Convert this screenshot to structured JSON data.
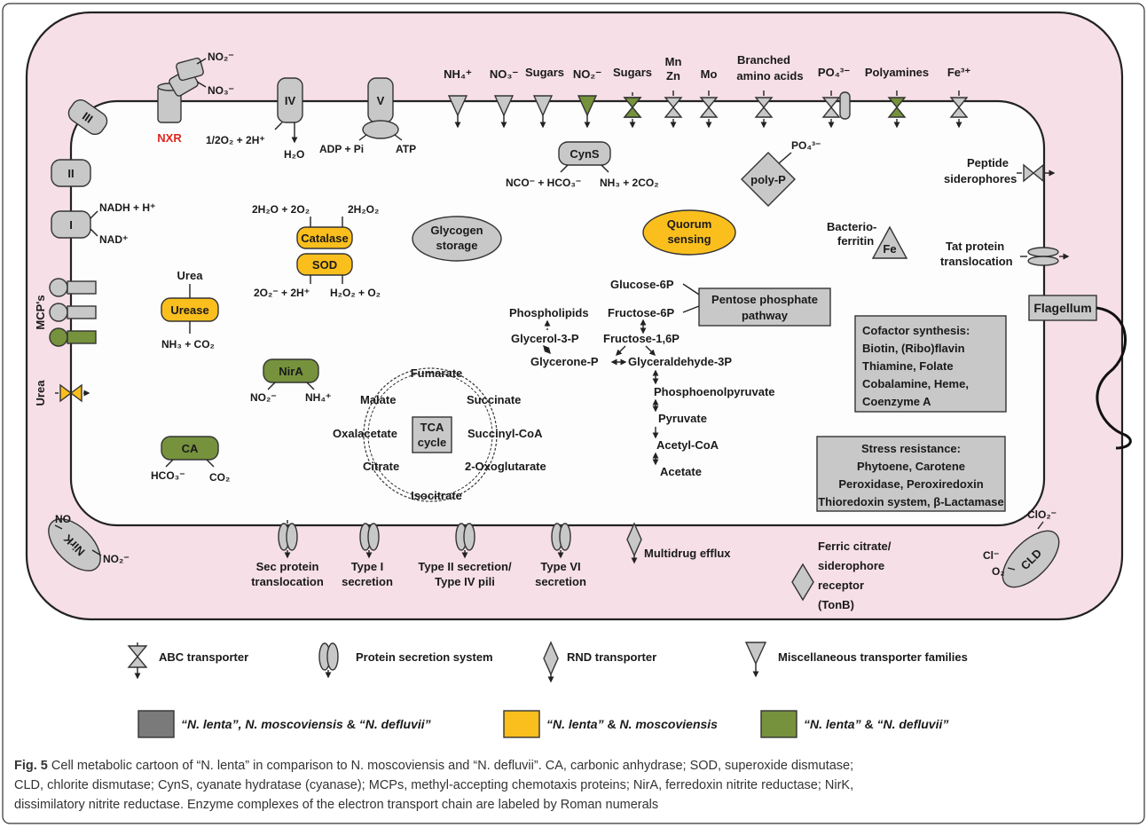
{
  "membrane_complexes": {
    "i": "I",
    "ii": "II",
    "iii": "III",
    "iv": "IV",
    "v": "V",
    "nxr": "NXR"
  },
  "respiration": {
    "nadh": "NADH + H⁺",
    "nad": "NAD⁺",
    "no2": "NO₂⁻",
    "no3": "NO₃⁻",
    "o2_h": "1/2O₂ + 2H⁺",
    "h2o": "H₂O",
    "adp": "ADP + Pi",
    "atp": "ATP"
  },
  "transporters_top": [
    "NH₄⁺",
    "NO₃⁻",
    "Sugars",
    "NO₂⁻",
    "Sugars",
    "Mn",
    "Zn",
    "Mo",
    "Branched",
    "amino acids",
    "PO₄³⁻",
    "Polyamines",
    "Fe³⁺"
  ],
  "right_side": {
    "peptide1": "Peptide",
    "peptide2": "siderophores",
    "bacterio1": "Bacterio-",
    "bacterio2": "ferritin",
    "fe": "Fe",
    "tat1": "Tat protein",
    "tat2": "translocation",
    "flagellum": "Flagellum"
  },
  "left_side": {
    "mcps": "MCP's",
    "urea": "Urea",
    "nirk": "NirK",
    "no": "NO",
    "no2": "NO₂⁻"
  },
  "cyns": {
    "name": "CynS",
    "left": "NCO⁻ + HCO₃⁻",
    "right": "NH₃ + 2CO₂"
  },
  "polyp": {
    "name": "poly-P",
    "po4": "PO₄³⁻"
  },
  "catalase": {
    "name": "Catalase",
    "tl": "2H₂O + 2O₂",
    "tr": "2H₂O₂"
  },
  "sod": {
    "name": "SOD",
    "bl": "2O₂⁻ + 2H⁺",
    "br": "H₂O₂ + O₂"
  },
  "glycogen": {
    "l1": "Glycogen",
    "l2": "storage"
  },
  "quorum": {
    "l1": "Quorum",
    "l2": "sensing"
  },
  "urease": {
    "name": "Urease",
    "top": "Urea",
    "bottom": "NH₃ + CO₂"
  },
  "nira": {
    "name": "NirA",
    "left": "NO₂⁻",
    "right": "NH₄⁺"
  },
  "ca": {
    "name": "CA",
    "left": "HCO₃⁻",
    "right": "CO₂"
  },
  "tca": {
    "center1": "TCA",
    "center2": "cycle",
    "fumarate": "Fumarate",
    "succinate": "Succinate",
    "succinyl": "Succinyl-CoA",
    "oxoglutarate": "2-Oxoglutarate",
    "isocitrate": "Isocitrate",
    "citrate": "Citrate",
    "oxalacetate": "Oxalacetate",
    "malate": "Malate"
  },
  "glycolysis": {
    "g6p": "Glucose-6P",
    "f6p": "Fructose-6P",
    "f16p": "Fructose-1,6P",
    "phospholipids": "Phospholipids",
    "g3p": "Glycerol-3-P",
    "glycerone": "Glycerone-P",
    "gap": "Glyceraldehyde-3P",
    "pep": "Phosphoenolpyruvate",
    "pyruvate": "Pyruvate",
    "acetylcoa": "Acetyl-CoA",
    "acetate": "Acetate",
    "ppp1": "Pentose phosphate",
    "ppp2": "pathway"
  },
  "cofactor": [
    "Cofactor synthesis:",
    "Biotin, (Ribo)flavin",
    "Thiamine, Folate",
    "Cobalamine, Heme,",
    "Coenzyme A"
  ],
  "stress": [
    "Stress resistance:",
    "Phytoene, Carotene",
    "Peroxidase, Peroxiredoxin",
    "Thioredoxin system, β-Lactamase"
  ],
  "secretion": {
    "sec1": "Sec protein",
    "sec2": "translocation",
    "t1a": "Type I",
    "t1b": "secretion",
    "t2a": "Type II secretion/",
    "t2b": "Type IV pili",
    "t6a": "Type VI",
    "t6b": "secretion",
    "multidrug": "Multidrug efflux",
    "ferric1": "Ferric citrate/",
    "ferric2": "siderophore",
    "ferric3": "receptor",
    "ferric4": "(TonB)"
  },
  "cld": {
    "name": "CLD",
    "clo2": "ClO₂⁻",
    "cl": "Cl⁻",
    "o2": "O₂"
  },
  "legend": {
    "abc": "ABC transporter",
    "secretion": "Protein secretion system",
    "rnd": "RND transporter",
    "misc": "Miscellaneous transporter families",
    "c1_a": "“N. lenta”, N. moscoviensis",
    "c1_b": " & ",
    "c1_c": "“N. defluvii”",
    "c2_a": "“N. lenta”",
    "c2_b": " & ",
    "c2_c": "N. moscoviensis",
    "c3_a": "“N. lenta”",
    "c3_b": " & ",
    "c3_c": "“N. defluvii”"
  },
  "caption": {
    "fig": "Fig. 5",
    "l1": " Cell metabolic cartoon of “N. lenta” in comparison to N. moscoviensis and “N. defluvii”. CA, carbonic anhydrase; SOD, superoxide dismutase;",
    "l2": "CLD, chlorite dismutase; CynS, cyanate hydratase (cyanase); MCPs, methyl-accepting chemotaxis proteins; NirA, ferredoxin nitrite reductase; NirK,",
    "l3": "dissimilatory nitrite reductase. Enzyme complexes of the electron transport chain are labeled by Roman numerals"
  },
  "colors": {
    "outer": "#f6dfe7",
    "inner": "#fdfdfd",
    "gray": "#c8c8c8",
    "dark": "#7a7a7a",
    "yellow": "#fbbf1d",
    "green": "#76923c",
    "nxr": "#e0251d"
  }
}
